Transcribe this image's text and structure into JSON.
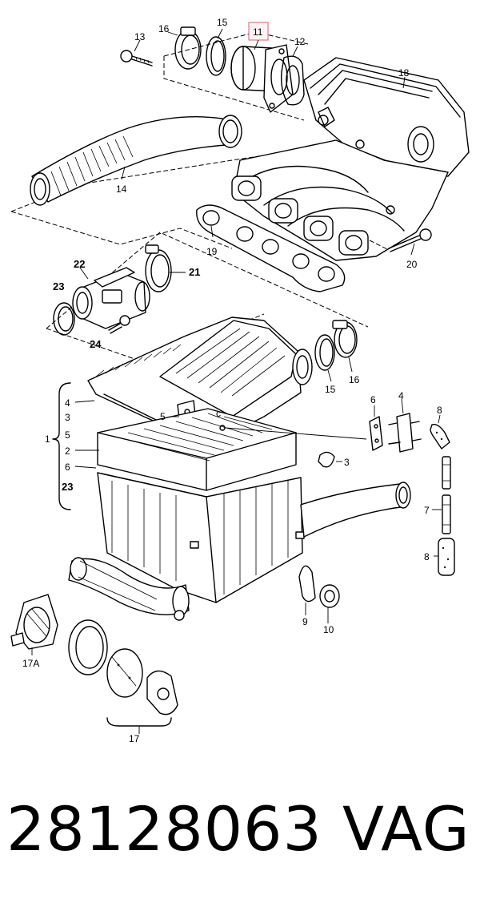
{
  "diagram": {
    "callouts": {
      "c11": "11",
      "c12": "12",
      "c13": "13",
      "c15a": "15",
      "c16a": "16",
      "c18": "18",
      "c14": "14",
      "c19": "19",
      "c20": "20",
      "c22": "22",
      "c21": "21",
      "c23a": "23",
      "c24": "24",
      "c15b": "15",
      "c16b": "16",
      "c4a": "4",
      "c3a": "3",
      "c5a": "5",
      "c1": "1",
      "c2": "2",
      "c6a": "6",
      "c23b": "23",
      "c5b": "5",
      "cC": "c",
      "c6b": "6",
      "c4b": "4",
      "c8a": "8",
      "c3b": "3",
      "c7": "7",
      "c8b": "8",
      "c9": "9",
      "c10": "10",
      "c17A": "17A",
      "c17": "17"
    },
    "highlight_color": "#e05a6a"
  },
  "footer": {
    "part_number": "28128063",
    "brand": "VAG"
  }
}
